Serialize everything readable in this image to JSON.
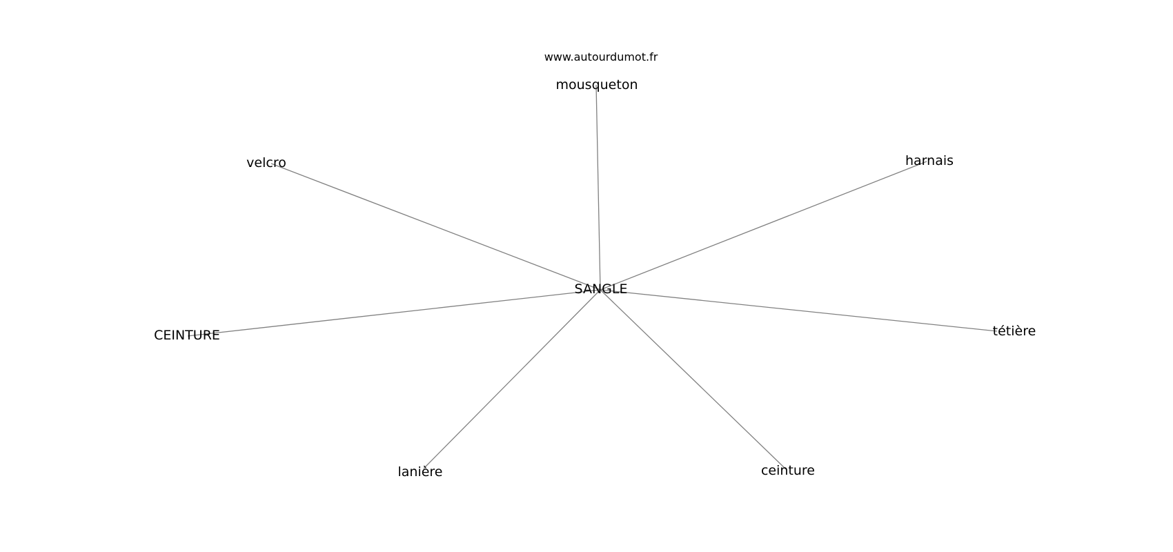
{
  "source": "www.autourdumot.fr",
  "graph": {
    "center": "SANGLE",
    "nodes": [
      "mousqueton",
      "velcro",
      "harnais",
      "CEINTURE",
      "tétière",
      "lanière",
      "ceinture"
    ]
  }
}
